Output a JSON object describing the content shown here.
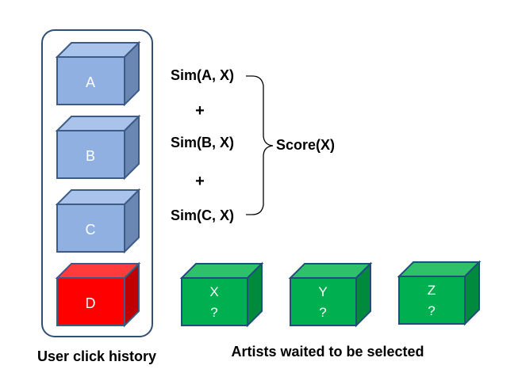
{
  "history_label": "User click history",
  "candidates_label": "Artists waited to be selected",
  "history_boxes": [
    {
      "label": "A",
      "color": "#8FB0E0"
    },
    {
      "label": "B",
      "color": "#8FB0E0"
    },
    {
      "label": "C",
      "color": "#8FB0E0"
    },
    {
      "label": "D",
      "color": "#FF0000"
    }
  ],
  "candidate_boxes": [
    {
      "label": "X",
      "mark": "?"
    },
    {
      "label": "Y",
      "mark": "?"
    },
    {
      "label": "Z",
      "mark": "?"
    }
  ],
  "formula": {
    "terms": [
      "Sim(A, X)",
      "Sim(B, X)",
      "Sim(C, X)"
    ],
    "operator": "+",
    "result": "Score(X)"
  },
  "colors": {
    "blue_front": "#8FB0E0",
    "blue_top": "#A9C3EB",
    "blue_side": "#6A86B2",
    "blue_border": "#3D5B85",
    "red_front": "#FF0000",
    "red_top": "#FF3B3B",
    "red_side": "#C00000",
    "green_front": "#00B050",
    "green_top": "#2FC06A",
    "green_side": "#008A3E",
    "green_border": "#1F4E79",
    "panel_border": "#2F4F75"
  }
}
